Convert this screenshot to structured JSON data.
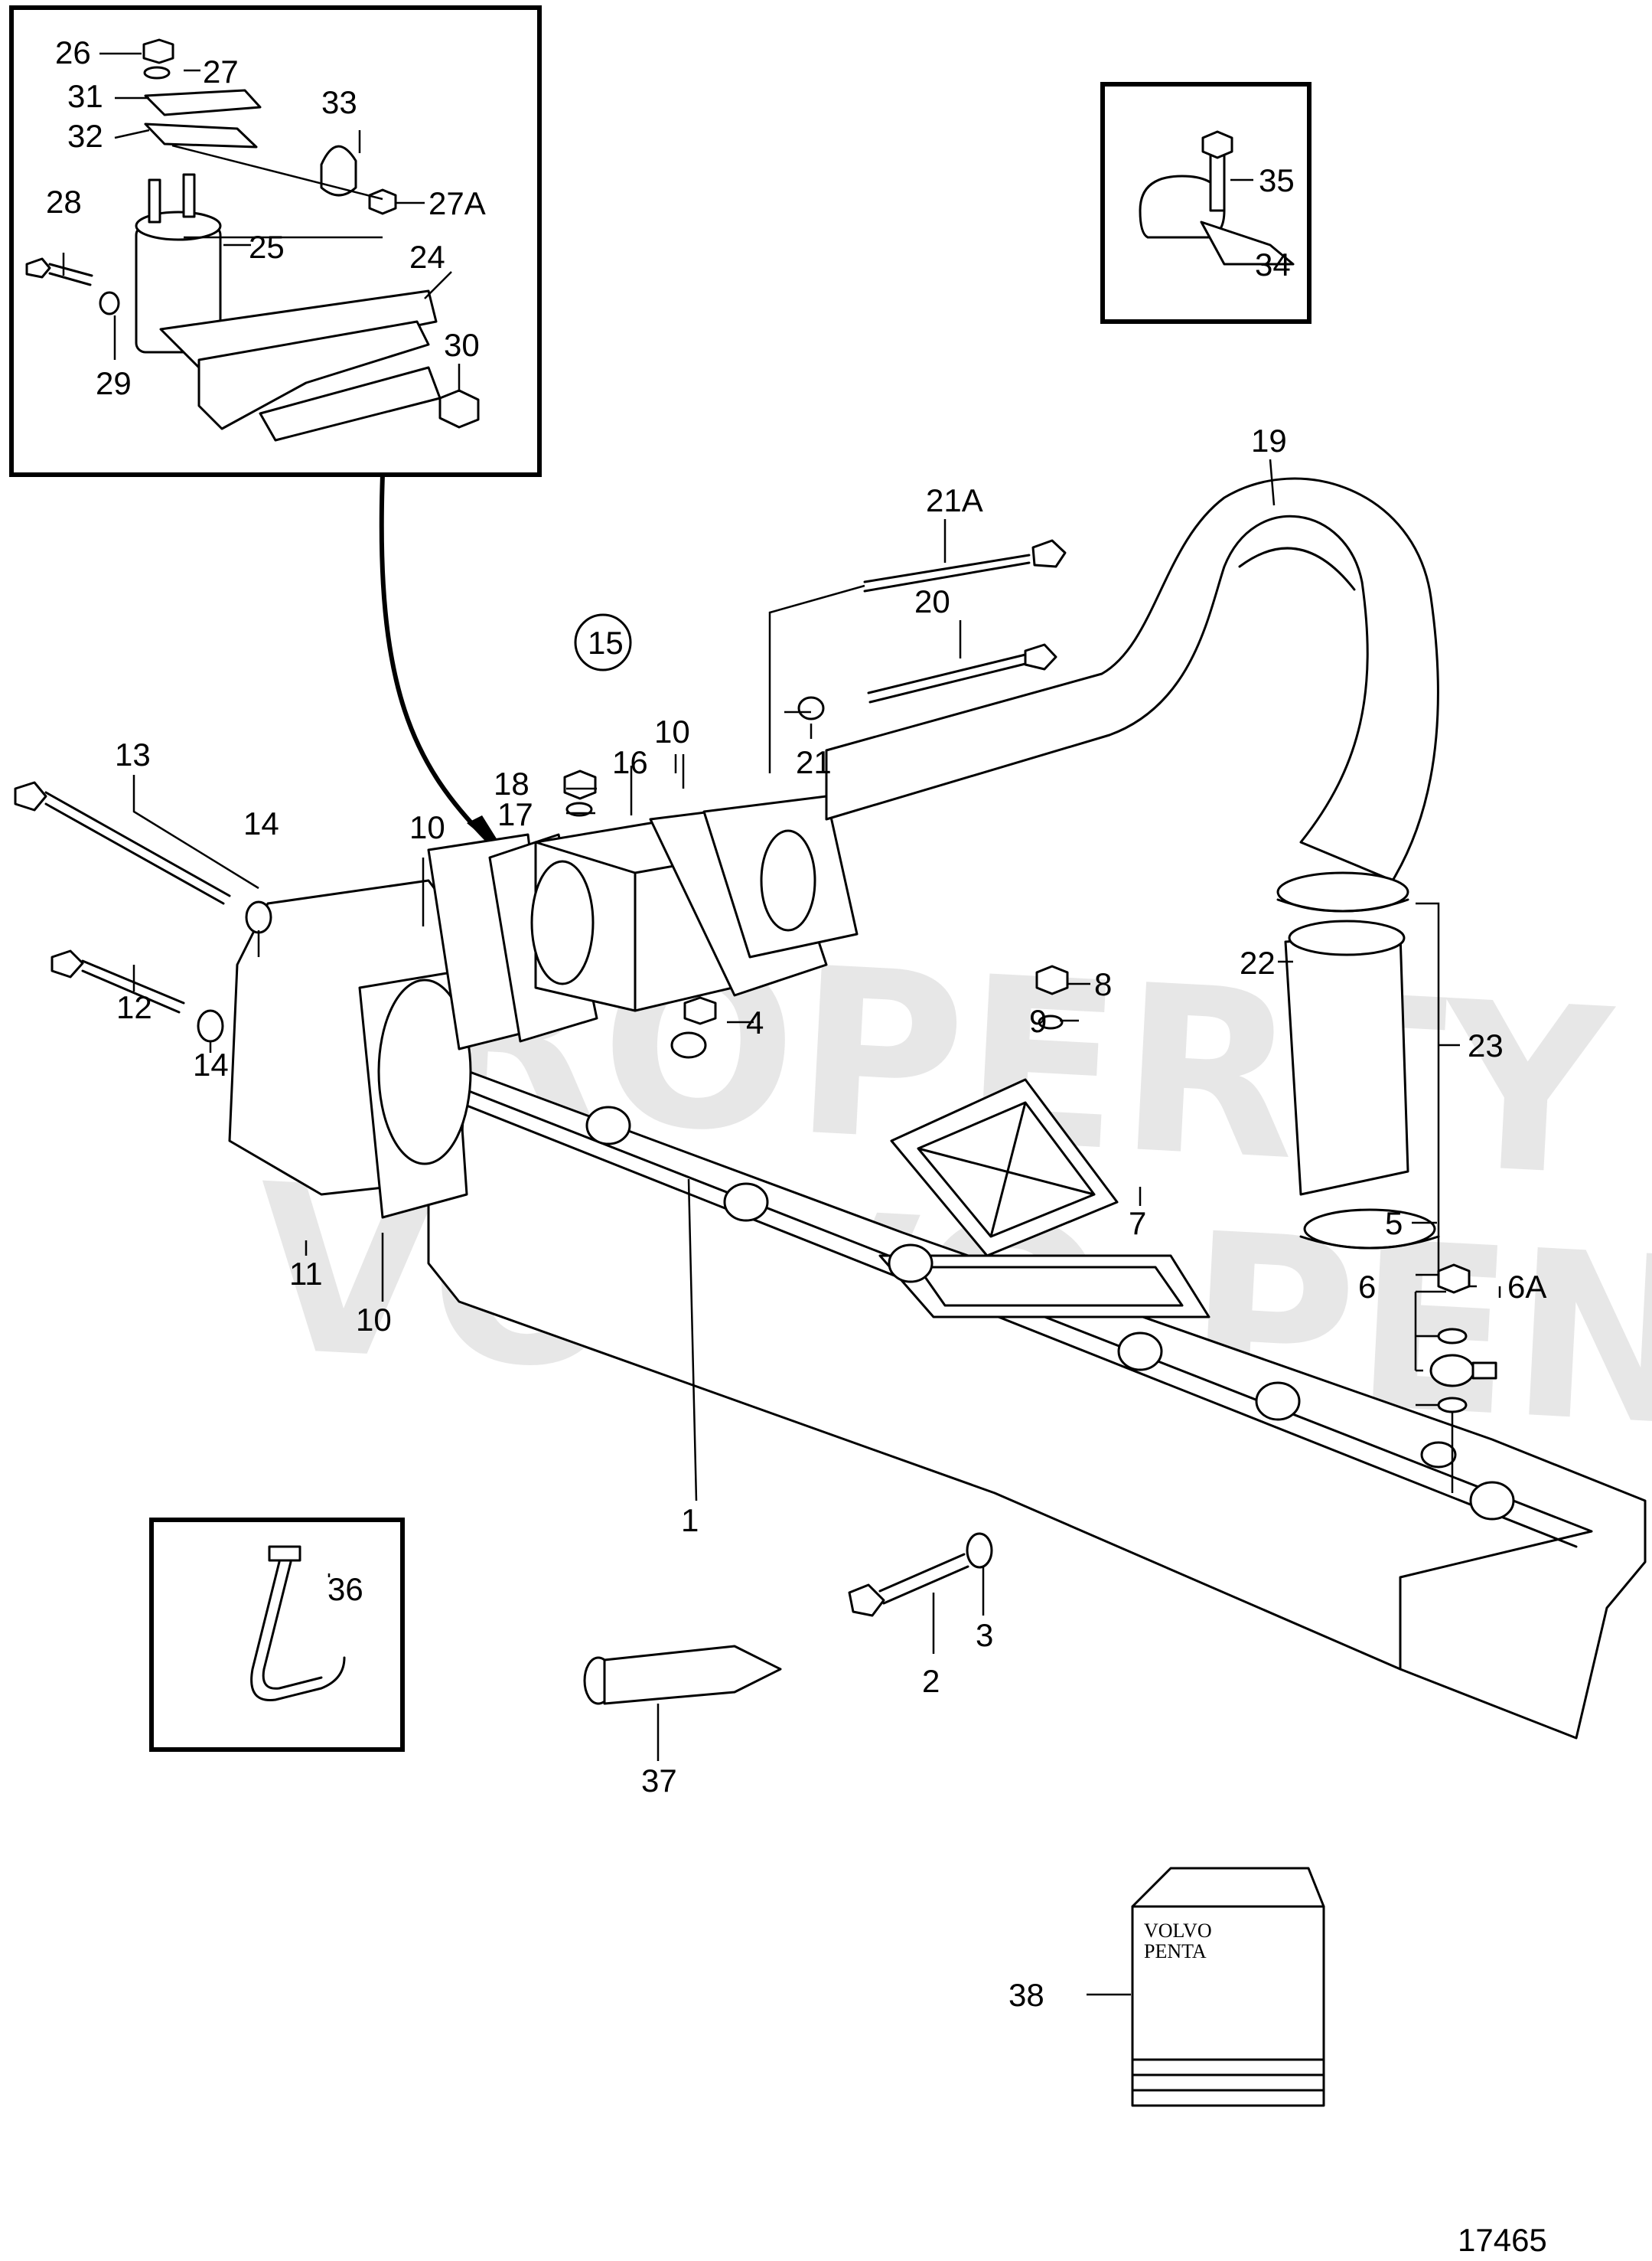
{
  "watermark": {
    "line1": "PROPERTY OF",
    "line2": "VOLVO PENTA"
  },
  "figure_number": "17465",
  "circled_group": "15",
  "book_label": "VOLVO\nPENTA",
  "book_line1": "VOLVO",
  "book_line2": "PENTA",
  "callouts": {
    "n1": "1",
    "n2": "2",
    "n3": "3",
    "n4": "4",
    "n5": "5",
    "n6": "6",
    "n6A": "6A",
    "n7": "7",
    "n8": "8",
    "n9": "9",
    "n10a": "10",
    "n10b": "10",
    "n10c": "10",
    "n11": "11",
    "n12": "12",
    "n13": "13",
    "n14a": "14",
    "n14b": "14",
    "n16": "16",
    "n17": "17",
    "n18": "18",
    "n19": "19",
    "n20": "20",
    "n21": "21",
    "n21A": "21A",
    "n22": "22",
    "n23": "23",
    "n24": "24",
    "n25": "25",
    "n26": "26",
    "n27": "27",
    "n27A": "27A",
    "n28": "28",
    "n29": "29",
    "n30": "30",
    "n31": "31",
    "n32": "32",
    "n33": "33",
    "n34": "34",
    "n35": "35",
    "n36": "36",
    "n37": "37",
    "n38": "38"
  }
}
